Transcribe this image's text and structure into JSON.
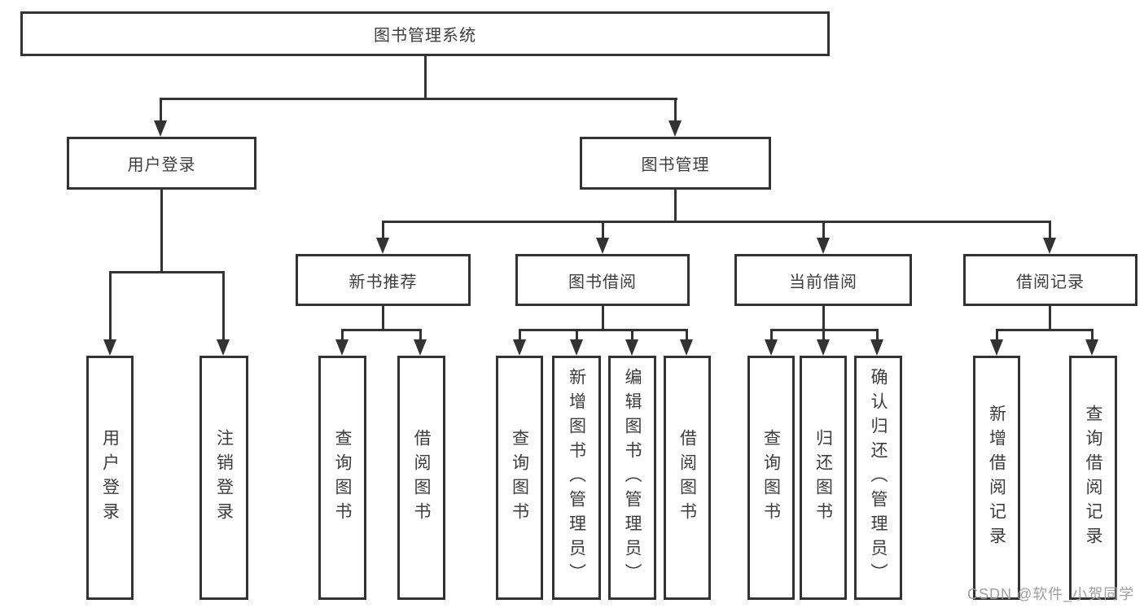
{
  "nodes": {
    "root": "图书管理系统",
    "user_login": "用户登录",
    "book_mgmt": "图书管理",
    "new_book": "新书推荐",
    "book_borrow": "图书借阅",
    "current_borrow": "当前借阅",
    "borrow_record": "借阅记录"
  },
  "leaves": {
    "user_login": [
      "用户登录",
      "注销登录"
    ],
    "new_book": [
      "查询图书",
      "借阅图书"
    ],
    "book_borrow": [
      "查询图书",
      "新增图书（管理员）",
      "编辑图书（管理员）",
      "借阅图书"
    ],
    "current_borrow": [
      "查询图书",
      "归还图书",
      "确认归还（管理员）"
    ],
    "borrow_record": [
      "新增借阅记录",
      "查询借阅记录"
    ]
  },
  "watermark": "CSDN @软件_小贺同学",
  "colors": {
    "line": "#333333",
    "text": "#3d3d3d",
    "background": "#ffffff",
    "watermark": "#9e9e9e"
  }
}
